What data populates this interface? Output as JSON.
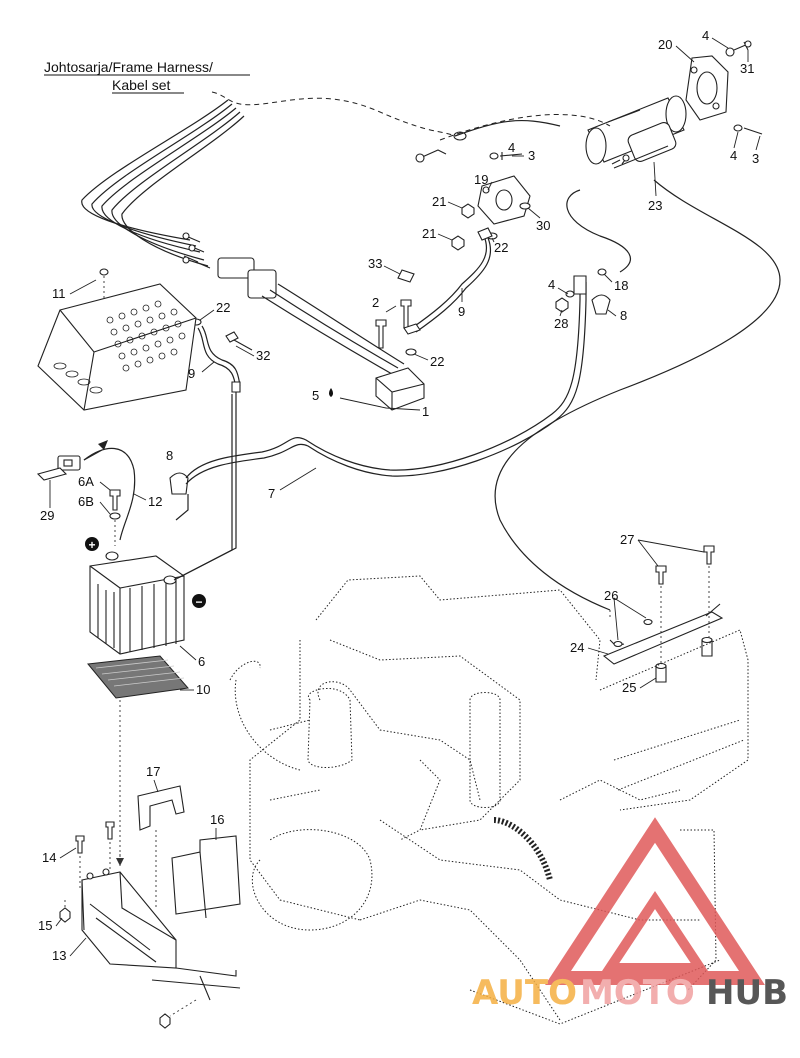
{
  "diagram": {
    "harness_title": [
      "Johtosarja/Frame Harness/",
      "Kabel set"
    ],
    "callouts": {
      "c1": "1",
      "c2": "2",
      "c3a": "3",
      "c3b": "3",
      "c4a": "4",
      "c4b": "4",
      "c4c": "4",
      "c4d": "4",
      "c5": "5",
      "c6": "6",
      "c6a": "6A",
      "c6b": "6B",
      "c7": "7",
      "c8a": "8",
      "c8b": "8",
      "c9a": "9",
      "c9b": "9",
      "c10": "10",
      "c11": "11",
      "c12": "12",
      "c13": "13",
      "c14": "14",
      "c15": "15",
      "c16": "16",
      "c17": "17",
      "c18": "18",
      "c19": "19",
      "c20": "20",
      "c21a": "21",
      "c21b": "21",
      "c22a": "22",
      "c22b": "22",
      "c22c": "22",
      "c23": "23",
      "c24": "24",
      "c25": "25",
      "c26": "26",
      "c27": "27",
      "c28": "28",
      "c29": "29",
      "c30": "30",
      "c31": "31",
      "c32": "32",
      "c33": "33"
    },
    "polarity": {
      "positive": "+",
      "negative": "−"
    }
  },
  "watermark": {
    "text_auto": "AUTO",
    "text_moto": "MOTO",
    "text_hub": "HUB",
    "colors": {
      "triangle": "#e05a5a",
      "auto": "#f5b042",
      "moto": "#f0a0a0",
      "hub": "#3a3a3a"
    }
  }
}
